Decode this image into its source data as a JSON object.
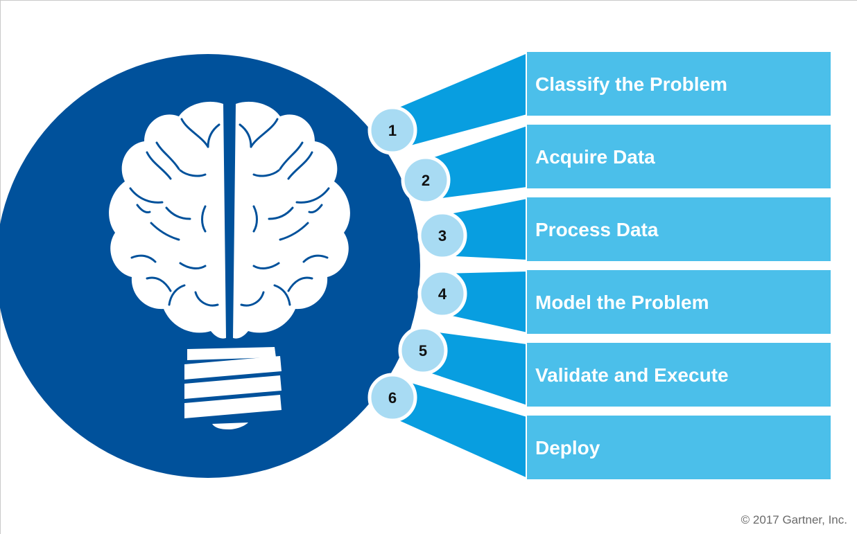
{
  "colors": {
    "circle": "#00519b",
    "band_light": "#4bbfea",
    "band_dark": "#089ee0",
    "badge_fill": "#a8dbf3",
    "brain": "#ffffff"
  },
  "icon": "brain-lightbulb-icon",
  "steps": [
    {
      "number": "1",
      "label": "Classify the Problem"
    },
    {
      "number": "2",
      "label": "Acquire Data"
    },
    {
      "number": "3",
      "label": "Process Data"
    },
    {
      "number": "4",
      "label": "Model the Problem"
    },
    {
      "number": "5",
      "label": "Validate and Execute"
    },
    {
      "number": "6",
      "label": "Deploy"
    }
  ],
  "footer": {
    "copyright": "© 2017 Gartner, Inc."
  }
}
